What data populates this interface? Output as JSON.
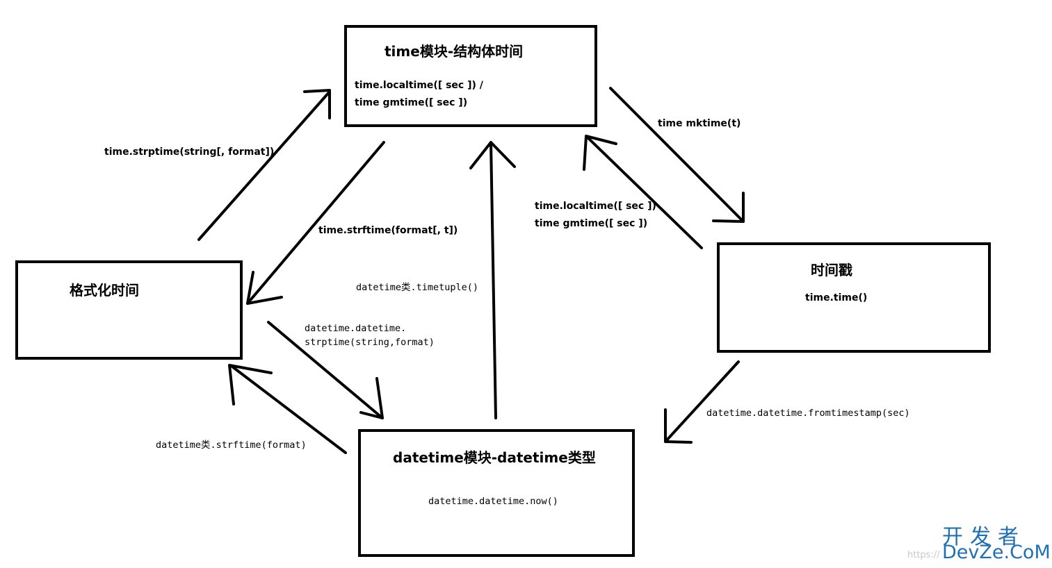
{
  "nodes": {
    "struct_time": {
      "title": "time模块-结构体时间",
      "lines": [
        "time.localtime([ sec ])  /",
        "time gmtime([ sec ])"
      ]
    },
    "formatted": {
      "title": "格式化时间"
    },
    "timestamp": {
      "title": "时间戳",
      "lines": [
        "time.time()"
      ]
    },
    "datetime": {
      "title": "datetime模块-datetime类型",
      "lines": [
        "datetime.datetime.now()"
      ]
    }
  },
  "edges": {
    "strptime": "time.strptime(string[, format])",
    "strftime": "time.strftime(format[, t])",
    "timetuple": "datetime类.timetuple()",
    "dt_strptime": [
      "datetime.datetime.",
      "strptime(string,format)"
    ],
    "dt_strftime": "datetime类.strftime(format)",
    "mktime": "time mktime(t)",
    "localtime": [
      "time.localtime([ sec ])",
      "time gmtime([ sec ])"
    ],
    "fromtimestamp": "datetime.datetime.fromtimestamp(sec)"
  },
  "watermark": {
    "cn": "开发者",
    "en": "DevZe.CoM",
    "url": "https://"
  }
}
